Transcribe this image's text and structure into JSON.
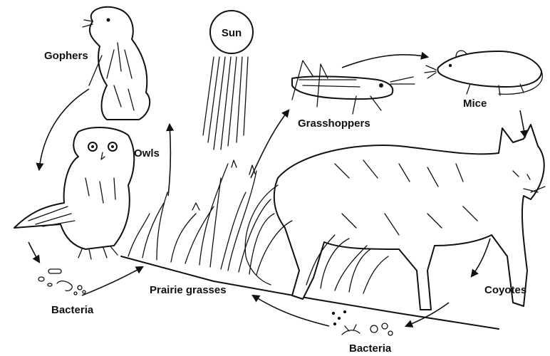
{
  "labels": {
    "sun": "Sun",
    "gophers": "Gophers",
    "owls": "Owls",
    "grasshoppers": "Grasshoppers",
    "mice": "Mice",
    "coyotes": "Coyotes",
    "prairie_grasses": "Prairie grasses",
    "bacteria_left": "Bacteria",
    "bacteria_right": "Bacteria"
  },
  "colors": {
    "ink": "#111111",
    "background": "#ffffff"
  }
}
